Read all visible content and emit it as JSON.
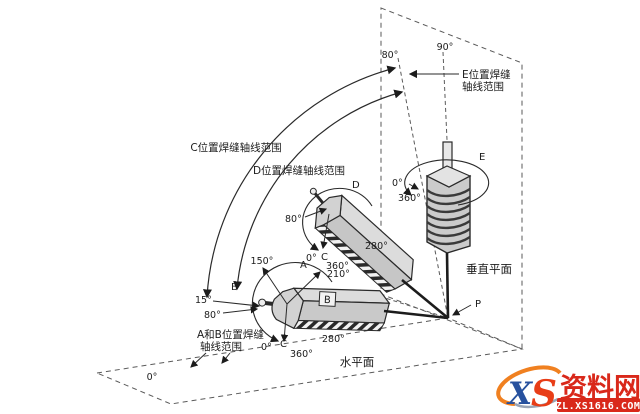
{
  "diagram": {
    "reference_angles": {
      "slant_80": "80°",
      "vertical_90": "90°",
      "horizontal_0_left": "0°"
    },
    "planes": {
      "horizontal": "水平面",
      "vertical": "垂直平面"
    },
    "point": {
      "p": "P"
    },
    "range_labels": {
      "c": "C位置焊缝轴线范围",
      "d": "D位置焊缝轴线范围",
      "e_line1": "E位置焊缝",
      "e_line2": "轴线范围",
      "ab_line1": "A和B位置焊缝",
      "ab_line2": "轴线范围"
    },
    "e_position": {
      "letter": "E",
      "rot_start": "0°",
      "rot_end": "360°"
    },
    "d_position": {
      "letter": "D",
      "incline": "80°",
      "rot_start": "0°",
      "point_c": "C",
      "rot_end": "360°",
      "sweep": "280°"
    },
    "ab_position": {
      "point_a": "A",
      "point_b": "B",
      "face_label": "B",
      "point_c": "C",
      "angle_150": "150°",
      "angle_210": "210°",
      "rot_start": "0°",
      "rot_end": "360°",
      "sweep": "280°",
      "incline_min": "15°",
      "incline_max": "80°"
    }
  },
  "watermark": {
    "logo_x": "X",
    "logo_s": "S",
    "site_name": "资料网",
    "site_url": "ZL.XS1616.COM"
  }
}
